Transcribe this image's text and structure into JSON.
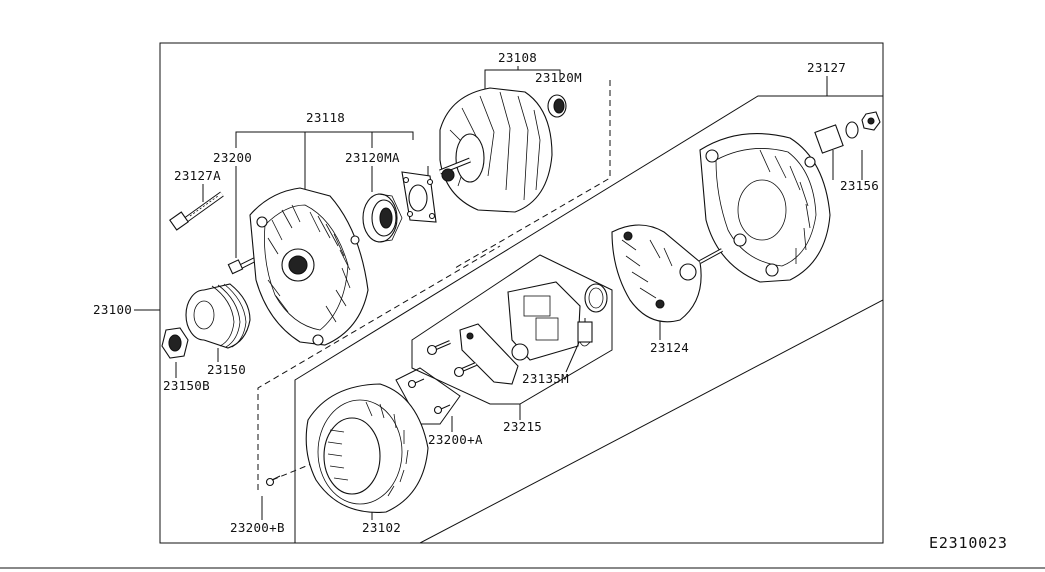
{
  "diagram": {
    "drawing_code": "E2310023",
    "labels": {
      "assembly": "23100",
      "bolt_a": "23127A",
      "bolt": "23200",
      "front_cover": "23118",
      "bearing_front": "23120MA",
      "rotor": "23108",
      "bearing_rear": "23120M",
      "rear_cover": "23127",
      "terminal": "23156",
      "pulley": "23150",
      "nut": "23150B",
      "rectifier": "23124",
      "regulator_kit": "23215",
      "brush": "23135M",
      "screw_a": "23200+A",
      "stator": "23102",
      "screw_b": "23200+B"
    }
  }
}
